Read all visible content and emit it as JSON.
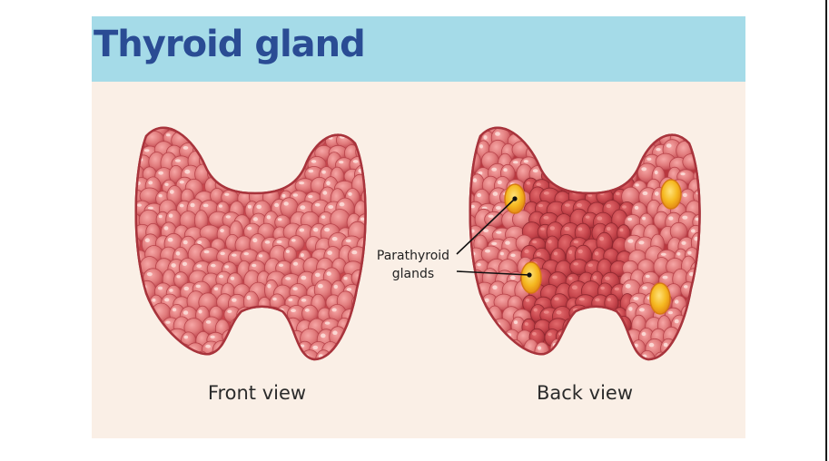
{
  "title": "Thyroid gland",
  "labels": {
    "front_view": "Front view",
    "back_view": "Back view",
    "parathyroid_line1": "Parathyroid",
    "parathyroid_line2": "glands"
  },
  "colors": {
    "title_bar": "#a5dbe8",
    "title_text": "#2a4c94",
    "background": "#faefe6",
    "gland_tissue": "#d55a5e",
    "gland_outline": "#a8343c",
    "back_inner": "#bf3a40",
    "parathyroid": "#f4b21e"
  },
  "diagram": {
    "views": [
      "front",
      "back"
    ],
    "parathyroid_gland_count": 4,
    "annotated_parathyroid_count": 2
  }
}
